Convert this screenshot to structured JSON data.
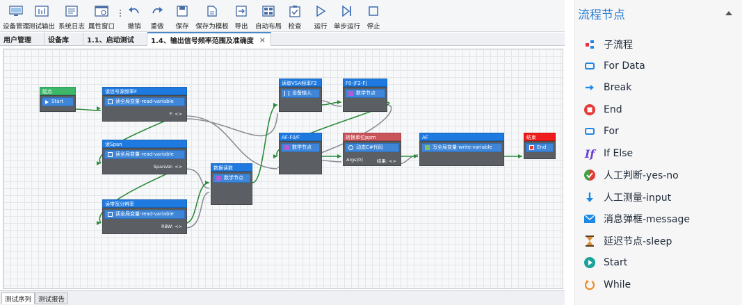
{
  "toolbar": {
    "buttons": [
      {
        "label": "设备管理",
        "icon": "device-manage-icon"
      },
      {
        "label": "测试输出",
        "icon": "test-output-icon"
      },
      {
        "label": "系统日志",
        "icon": "system-log-icon"
      },
      {
        "label": "属性窗口",
        "icon": "property-window-icon"
      },
      {
        "label": "撤销",
        "icon": "undo-icon"
      },
      {
        "label": "重做",
        "icon": "redo-icon"
      },
      {
        "label": "保存",
        "icon": "save-icon"
      },
      {
        "label": "保存为模板",
        "icon": "save-as-template-icon"
      },
      {
        "label": "导出",
        "icon": "export-icon"
      },
      {
        "label": "自动布局",
        "icon": "auto-layout-icon"
      },
      {
        "label": "检查",
        "icon": "check-icon"
      },
      {
        "label": "运行",
        "icon": "run-icon"
      },
      {
        "label": "单步运行",
        "icon": "step-run-icon"
      },
      {
        "label": "停止",
        "icon": "stop-icon"
      }
    ]
  },
  "tabs": [
    {
      "label": "用户管理"
    },
    {
      "label": "设备库"
    },
    {
      "label": "1.1、启动测试"
    },
    {
      "label": "1.4、输出信号频率范围及准确度",
      "active": true,
      "close": "×"
    }
  ],
  "flow": {
    "nodes": {
      "start": {
        "title": "起点",
        "row": "Start"
      },
      "read_f": {
        "title": "读信号源频率F",
        "row": "读全局变量-read-variable",
        "port": "F: <>"
      },
      "read_span": {
        "title": "读Span",
        "row": "读全局变量-read-variable",
        "port": "SpanVal: <>"
      },
      "read_rbw": {
        "title": "读带宽分辨率",
        "row": "读全局变量-read-variable",
        "port": "RBW: <>"
      },
      "calc_reading": {
        "title": "数据读数",
        "row": "数学节点"
      },
      "read_vsa": {
        "title": "读取VSA频率F2",
        "row": "设备输入"
      },
      "f0_calc": {
        "title": "F0-|F2-F|",
        "row": "数学节点"
      },
      "af_f0f": {
        "title": "AF-F0/F",
        "row": "数学节点"
      },
      "convert_ppm": {
        "title": "转换单位ppm",
        "row": "动态C#代码",
        "port_left": "Args[0]",
        "port_right": "结果: <>"
      },
      "af_write": {
        "title": "AF",
        "row": "写全局变量-write-variable"
      },
      "end": {
        "title": "结束",
        "row": "End"
      }
    }
  },
  "bottom_tabs": [
    {
      "label": "测试序列",
      "active": true
    },
    {
      "label": "测试报告"
    }
  ],
  "panel": {
    "title": "流程节点",
    "items": [
      {
        "label": "子流程",
        "icon": "subflow-icon",
        "color": "#e0314b"
      },
      {
        "label": "For Data",
        "icon": "for-data-icon",
        "color": "#1e88e5"
      },
      {
        "label": "Break",
        "icon": "break-icon",
        "color": "#1e88e5"
      },
      {
        "label": "End",
        "icon": "end-icon",
        "color": "#e53935"
      },
      {
        "label": "For",
        "icon": "for-icon",
        "color": "#1e88e5"
      },
      {
        "label": "If Else",
        "icon": "if-else-icon",
        "color": "#6a3fd6"
      },
      {
        "label": "人工判断-yes-no",
        "icon": "yes-no-icon",
        "color": "#e53935"
      },
      {
        "label": "人工测量-input",
        "icon": "input-icon",
        "color": "#1e88e5"
      },
      {
        "label": "消息弹框-message",
        "icon": "message-icon",
        "color": "#1e88e5"
      },
      {
        "label": "延迟节点-sleep",
        "icon": "hourglass-icon",
        "color": "#8d5a2b"
      },
      {
        "label": "Start",
        "icon": "start-icon",
        "color": "#19a39a"
      },
      {
        "label": "While",
        "icon": "while-icon",
        "color": "#f08a24"
      }
    ]
  }
}
